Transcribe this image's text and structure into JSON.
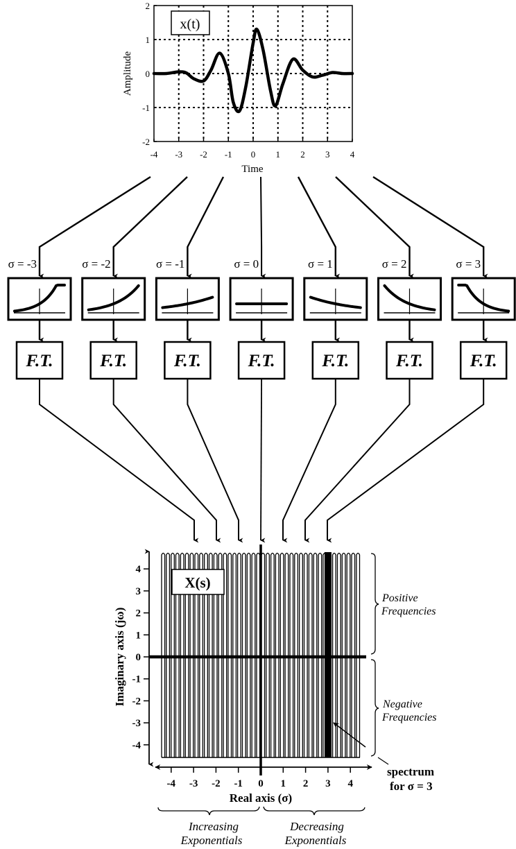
{
  "top_plot": {
    "label": "x(t)",
    "xlabel": "Time",
    "ylabel": "Amplitude",
    "xticks": [
      "-4",
      "-3",
      "-2",
      "-1",
      "0",
      "1",
      "2",
      "3",
      "4"
    ],
    "yticks": [
      "2",
      "1",
      "0",
      "-1",
      "-2"
    ],
    "xlim": [
      -4,
      4
    ],
    "ylim": [
      -2,
      2
    ]
  },
  "chart_data": {
    "type": "line",
    "title": "x(t)",
    "xlabel": "Time",
    "ylabel": "Amplitude",
    "xlim": [
      -4,
      4
    ],
    "ylim": [
      -2,
      2
    ],
    "grid": true,
    "series": [
      {
        "name": "x(t)",
        "x": [
          -4,
          -3.5,
          -3,
          -2.7,
          -2.4,
          -2.0,
          -1.7,
          -1.35,
          -1.0,
          -0.8,
          -0.55,
          -0.3,
          0.0,
          0.15,
          0.4,
          0.7,
          0.9,
          1.2,
          1.6,
          2.0,
          2.4,
          2.8,
          3.2,
          3.6,
          4
        ],
        "y": [
          0,
          0,
          0.05,
          0.02,
          -0.15,
          -0.22,
          0.1,
          0.6,
          0.0,
          -0.85,
          -1.1,
          -0.4,
          0.9,
          1.3,
          0.7,
          -0.5,
          -0.95,
          -0.3,
          0.42,
          0.1,
          -0.1,
          -0.05,
          0.03,
          0.0,
          0
        ]
      }
    ]
  },
  "branches": [
    {
      "sigma_label": "σ = -3",
      "ft_label": "F.T.",
      "sigma": -3
    },
    {
      "sigma_label": "σ = -2",
      "ft_label": "F.T.",
      "sigma": -2
    },
    {
      "sigma_label": "σ = -1",
      "ft_label": "F.T.",
      "sigma": -1
    },
    {
      "sigma_label": "σ = 0",
      "ft_label": "F.T.",
      "sigma": 0
    },
    {
      "sigma_label": "σ = 1",
      "ft_label": "F.T.",
      "sigma": 1
    },
    {
      "sigma_label": "σ = 2",
      "ft_label": "F.T.",
      "sigma": 2
    },
    {
      "sigma_label": "σ = 3",
      "ft_label": "F.T.",
      "sigma": 3
    }
  ],
  "s_plane": {
    "label": "X(s)",
    "xlabel": "Real axis (σ)",
    "ylabel": "Imaginary axis (jω)",
    "xticks": [
      "-4",
      "-3",
      "-2",
      "-1",
      "0",
      "1",
      "2",
      "3",
      "4"
    ],
    "yticks": [
      "4",
      "3",
      "2",
      "1",
      "0",
      "-1",
      "-2",
      "-3",
      "-4"
    ],
    "highlighted_sigma": 3,
    "positive_label_line1": "Positive",
    "positive_label_line2": "Frequencies",
    "negative_label_line1": "Negative",
    "negative_label_line2": "Frequencies",
    "spectrum_label_line1": "spectrum",
    "spectrum_label_line2": "for σ = 3",
    "increasing_line1": "Increasing",
    "increasing_line2": "Exponentials",
    "decreasing_line1": "Decreasing",
    "decreasing_line2": "Exponentials"
  }
}
